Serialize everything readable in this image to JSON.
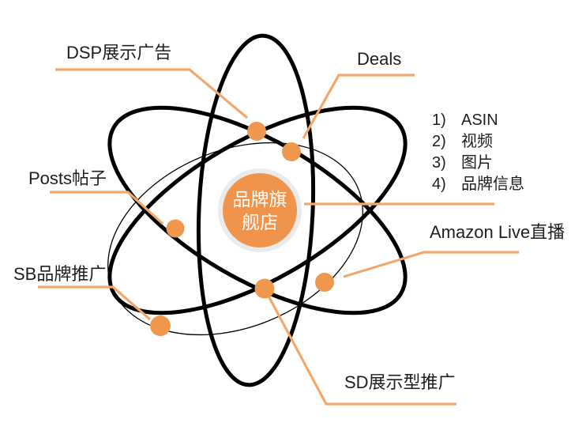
{
  "atom": {
    "center": {
      "line1": "品牌旗",
      "line2": "舰店",
      "full_label": "品牌旗舰店"
    },
    "nodes": [
      {
        "id": "dsp",
        "label": "DSP展示广告"
      },
      {
        "id": "deals",
        "label": "Deals"
      },
      {
        "id": "posts",
        "label": "Posts帖子"
      },
      {
        "id": "sb",
        "label": "SB品牌推广"
      },
      {
        "id": "amazon-live",
        "label": "Amazon Live直播"
      },
      {
        "id": "sd",
        "label": "SD展示型推广"
      }
    ],
    "flagship_list": {
      "items": [
        {
          "num": "1)",
          "label": "ASIN"
        },
        {
          "num": "2)",
          "label": "视频"
        },
        {
          "num": "3)",
          "label": "图片"
        },
        {
          "num": "4)",
          "label": "品牌信息"
        }
      ]
    },
    "colors": {
      "accent_orange": "#F0974E",
      "connector_orange": "#F4A768",
      "orbit_black": "#000000",
      "halo_gray": "#EBEBEB",
      "label_text": "#1E1E1E",
      "center_text": "#FFFFFF"
    }
  }
}
